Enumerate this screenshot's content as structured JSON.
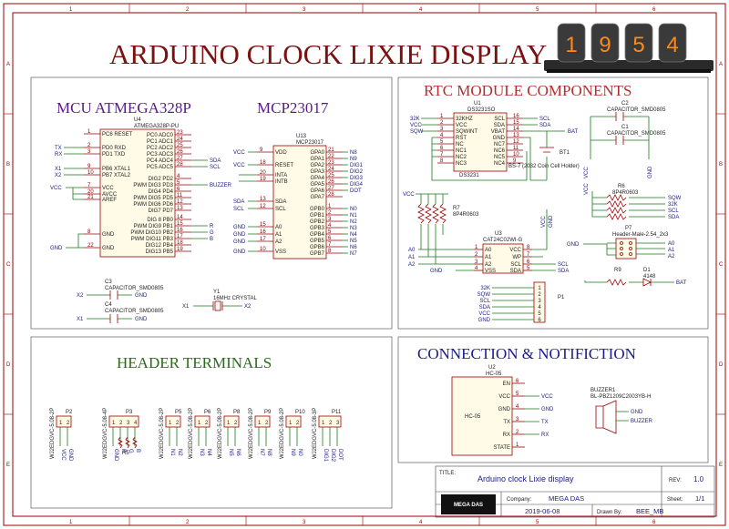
{
  "main_title": "ARDUINO CLOCK LIXIE DISPLAY",
  "logo_digits": [
    "1",
    "9",
    "5",
    "4"
  ],
  "sections": {
    "mcu": "MCU ATMEGA328P",
    "mcp": "MCP23017",
    "rtc": "RTC MODULE COMPONENTS",
    "header": "HEADER TERMINALS",
    "connection": "CONNECTION & NOTIFICTION"
  },
  "border_letters": [
    "A",
    "B",
    "C",
    "D",
    "E"
  ],
  "border_numbers": [
    "1",
    "2",
    "3",
    "4",
    "5",
    "6"
  ],
  "u4": {
    "ref": "U4",
    "value": "ATMEGA328P-PU",
    "left_pins": [
      {
        "num": "1",
        "name": "PC6 RESET"
      },
      {
        "num": "2",
        "name": "PD0 RXD"
      },
      {
        "num": "3",
        "name": "PD1 TXD"
      },
      {
        "num": "9",
        "name": "PB6 XTAL1"
      },
      {
        "num": "10",
        "name": "PB7 XTAL2"
      },
      {
        "num": "7",
        "name": "VCC"
      },
      {
        "num": "20",
        "name": "AVCC"
      },
      {
        "num": "21",
        "name": "AREF"
      },
      {
        "num": "8",
        "name": "GND"
      },
      {
        "num": "22",
        "name": "GND"
      }
    ],
    "right_pins": [
      {
        "num": "23",
        "name": "PC0 ADC0"
      },
      {
        "num": "24",
        "name": "PC1 ADC1"
      },
      {
        "num": "25",
        "name": "PC2 ADC2"
      },
      {
        "num": "26",
        "name": "PC3 ADC3"
      },
      {
        "num": "27",
        "name": "PC4 ADC4"
      },
      {
        "num": "28",
        "name": "PC5 ADC5"
      },
      {
        "num": "4",
        "name": "DIG2 PD2"
      },
      {
        "num": "5",
        "name": "PWM DIG3 PD3"
      },
      {
        "num": "6",
        "name": "DIG4 PD4"
      },
      {
        "num": "11",
        "name": "PWM DIG5 PD5"
      },
      {
        "num": "12",
        "name": "PWM DIG6 PD6"
      },
      {
        "num": "13",
        "name": "DIG7 PD7"
      },
      {
        "num": "14",
        "name": "DIG 8 PB0"
      },
      {
        "num": "15",
        "name": "PWM DIG9 PB1"
      },
      {
        "num": "16",
        "name": "PWM DIG10 PB2"
      },
      {
        "num": "17",
        "name": "PWM DIG11 PB3"
      },
      {
        "num": "18",
        "name": "DIG12 PB4"
      },
      {
        "num": "19",
        "name": "DIG13 PB5"
      }
    ],
    "left_nets": [
      "TX",
      "RX",
      "X1",
      "X2",
      "VCC",
      "GND"
    ],
    "right_nets": [
      "SDA",
      "SCL",
      "BUZZER",
      "R",
      "G",
      "B"
    ]
  },
  "u13": {
    "ref": "U13",
    "value": "MCP23017",
    "left_pins": [
      {
        "num": "9",
        "name": "VDD"
      },
      {
        "num": "18",
        "name": "RESET"
      },
      {
        "num": "20",
        "name": "INTA"
      },
      {
        "num": "19",
        "name": "INTB"
      },
      {
        "num": "13",
        "name": "SDA"
      },
      {
        "num": "12",
        "name": "SCL"
      },
      {
        "num": "15",
        "name": "A0"
      },
      {
        "num": "16",
        "name": "A1"
      },
      {
        "num": "17",
        "name": "A2"
      },
      {
        "num": "10",
        "name": "VSS"
      }
    ],
    "right_pins": [
      {
        "num": "21",
        "name": "GPA0"
      },
      {
        "num": "22",
        "name": "GPA1"
      },
      {
        "num": "23",
        "name": "GPA2"
      },
      {
        "num": "24",
        "name": "GPA3"
      },
      {
        "num": "25",
        "name": "GPA4"
      },
      {
        "num": "26",
        "name": "GPA5"
      },
      {
        "num": "27",
        "name": "GPA6"
      },
      {
        "num": "28",
        "name": "GPA7"
      },
      {
        "num": "1",
        "name": "GPB0"
      },
      {
        "num": "2",
        "name": "GPB1"
      },
      {
        "num": "3",
        "name": "GPB2"
      },
      {
        "num": "4",
        "name": "GPB3"
      },
      {
        "num": "5",
        "name": "GPB4"
      },
      {
        "num": "6",
        "name": "GPB5"
      },
      {
        "num": "7",
        "name": "GPB6"
      },
      {
        "num": "8",
        "name": "GPB7"
      }
    ],
    "left_nets": [
      "VCC",
      "VCC",
      "SDA",
      "SCL",
      "GND",
      "GND",
      "GND",
      "GND"
    ],
    "right_nets": [
      "N8",
      "N9",
      "DIG1",
      "DIG2",
      "DIG3",
      "DIG4",
      "DOT",
      "N0",
      "N1",
      "N2",
      "N3",
      "N4",
      "N5",
      "N6",
      "N7"
    ]
  },
  "caps_mcu": [
    {
      "ref": "C3",
      "value": "CAPACITOR_SMD0805",
      "a": "X2",
      "b": "GND"
    },
    {
      "ref": "C4",
      "value": "CAPACITOR_SMD0805",
      "a": "X1",
      "b": "GND"
    }
  ],
  "crystal": {
    "ref": "Y1",
    "value": "16MHz CRYSTAL",
    "a": "X1",
    "b": "X2"
  },
  "u1": {
    "ref": "U1",
    "value": "DS3231SO",
    "footer": "DS3231",
    "left_pins": [
      {
        "num": "1",
        "name": "32KHZ"
      },
      {
        "num": "2",
        "name": "VCC"
      },
      {
        "num": "3",
        "name": "SQWINT"
      },
      {
        "num": "4",
        "name": "RST"
      },
      {
        "num": "5",
        "name": "NC"
      },
      {
        "num": "6",
        "name": "NC1"
      },
      {
        "num": "7",
        "name": "NC2"
      },
      {
        "num": "8",
        "name": "NC3"
      }
    ],
    "right_pins": [
      {
        "num": "16",
        "name": "SCL"
      },
      {
        "num": "15",
        "name": "SDA"
      },
      {
        "num": "14",
        "name": "VBAT"
      },
      {
        "num": "13",
        "name": "GND"
      },
      {
        "num": "12",
        "name": "NC7"
      },
      {
        "num": "11",
        "name": "NC6"
      },
      {
        "num": "10",
        "name": "NC5"
      },
      {
        "num": "9",
        "name": "NC4"
      }
    ],
    "left_nets": [
      "32K",
      "VCC",
      "SQW"
    ],
    "right_nets": [
      "SCL",
      "SDA",
      "BAT"
    ]
  },
  "battery": {
    "ref": "BT1",
    "value": "BS-7 (2032 Coin Cell Holder)"
  },
  "caps_rtc": [
    {
      "ref": "C2",
      "value": "CAPACITOR_SMD0805"
    },
    {
      "ref": "C1",
      "value": "CAPACITOR_SMD0805"
    }
  ],
  "rtc_nets": [
    "VCC",
    "GND",
    "VCC",
    "GND"
  ],
  "r6": {
    "ref": "R6",
    "value": "8P4R0603",
    "nets": [
      "SQW",
      "32K",
      "SCL",
      "SDA"
    ]
  },
  "r7": {
    "ref": "R7",
    "value": "8P4R0603",
    "net": "VCC"
  },
  "u3": {
    "ref": "U3",
    "value": "CAT24C02WI-G",
    "left_pins": [
      {
        "num": "1",
        "name": "A0"
      },
      {
        "num": "2",
        "name": "A1"
      },
      {
        "num": "3",
        "name": "A2"
      },
      {
        "num": "4",
        "name": "VSS"
      }
    ],
    "right_pins": [
      {
        "num": "8",
        "name": "VCC"
      },
      {
        "num": "7",
        "name": "WP"
      },
      {
        "num": "6",
        "name": "SCL"
      },
      {
        "num": "5",
        "name": "SDA"
      }
    ],
    "left_nets": [
      "A0",
      "A1",
      "A2",
      "GND"
    ],
    "right_nets": [
      "SCL",
      "SDA"
    ]
  },
  "p7": {
    "ref": "P7",
    "value": "Header-Male-2.54_2x3",
    "left_net": "GND",
    "right_nets": [
      "A0",
      "A1",
      "A2"
    ]
  },
  "r9": {
    "ref": "R9"
  },
  "d1": {
    "ref": "D1",
    "value": "4148",
    "net": "BAT"
  },
  "p1": {
    "ref": "P1",
    "nets": [
      "32K",
      "SQW",
      "SCL",
      "SDA",
      "VCC",
      "GND"
    ],
    "pins": [
      "1",
      "2",
      "3",
      "4",
      "5",
      "6"
    ]
  },
  "headers": [
    {
      "ref": "P2",
      "value": "WJ2EDGVC-5.08-2P",
      "nets": [
        "VCC",
        "GND"
      ]
    },
    {
      "ref": "P3",
      "value": "WJ2EDGVC-5.08-4P",
      "nets": [
        "GND",
        "R",
        "G",
        "B"
      ],
      "res": "R5"
    },
    {
      "ref": "P5",
      "value": "WJ2EDGVC-5.08-2P",
      "nets": [
        "N1",
        "N2"
      ]
    },
    {
      "ref": "P6",
      "value": "WJ2EDGVC-5.08-2P",
      "nets": [
        "N3",
        "N4"
      ]
    },
    {
      "ref": "P8",
      "value": "WJ2EDGVC-5.08-2P",
      "nets": [
        "N5",
        "N6"
      ]
    },
    {
      "ref": "P9",
      "value": "WJ2EDGVC-5.08-2P",
      "nets": [
        "N7",
        "N8"
      ]
    },
    {
      "ref": "P10",
      "value": "WJ2EDGVC-5.08-2P",
      "nets": [
        "N9",
        "N0"
      ]
    },
    {
      "ref": "P11",
      "value": "WJ2EDGVC-5.08-3P",
      "nets": [
        "DIG1",
        "DIG2",
        "DOT"
      ]
    }
  ],
  "hc05": {
    "ref": "U2",
    "value": "HC-05",
    "body": "HC-05",
    "pins": [
      {
        "num": "6",
        "name": "EN"
      },
      {
        "num": "5",
        "name": "VCC"
      },
      {
        "num": "4",
        "name": "GND"
      },
      {
        "num": "3",
        "name": "TX"
      },
      {
        "num": "2",
        "name": "RX"
      },
      {
        "num": "1",
        "name": "STATE"
      }
    ],
    "nets": [
      "VCC",
      "GND",
      "TX",
      "RX"
    ]
  },
  "buzzer": {
    "ref": "BUZZER1",
    "value": "BL-PBZ1209C2003YB-H",
    "nets": [
      "GND",
      "BUZZER"
    ]
  },
  "title_block": {
    "title_label": "TITLE:",
    "title": "Arduino clock Lixie display",
    "rev_label": "REV:",
    "rev": "1.0",
    "company_label": "Company:",
    "company": "MEGA DAS",
    "sheet_label": "Sheet:",
    "sheet": "1/1",
    "date": "2019-06-08",
    "drawn_label": "Drawn By:",
    "drawn": "BEE_MB",
    "logo_text": "MEGA DAS"
  },
  "colors": {
    "frame": "#990000",
    "wire": "#1a7a1a",
    "text_blue": "#1a1a80",
    "title_red": "#7a1212",
    "mcu_purple": "#5a1a8a",
    "header_green": "#2a6a1a",
    "connection_blue": "#1a1a8a"
  }
}
